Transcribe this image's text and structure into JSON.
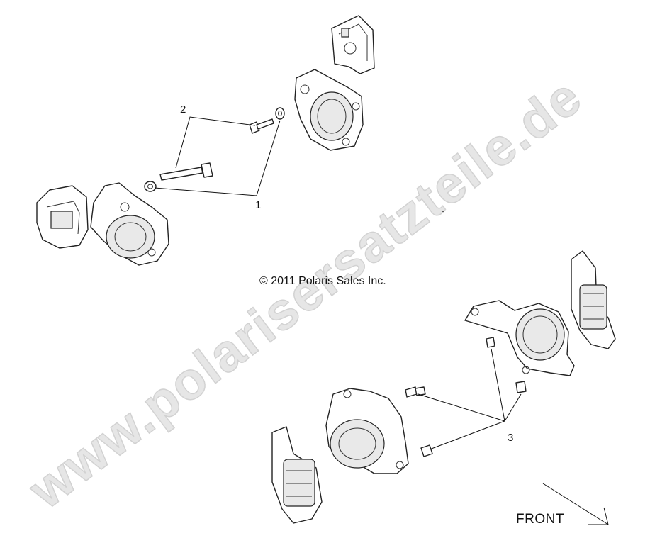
{
  "watermark": "www.polarisersatzteile.de",
  "copyright": "© 2011 Polaris Sales Inc.",
  "direction_label": "FRONT",
  "callouts": {
    "c1": "1",
    "c2": "2",
    "c3": "3"
  }
}
